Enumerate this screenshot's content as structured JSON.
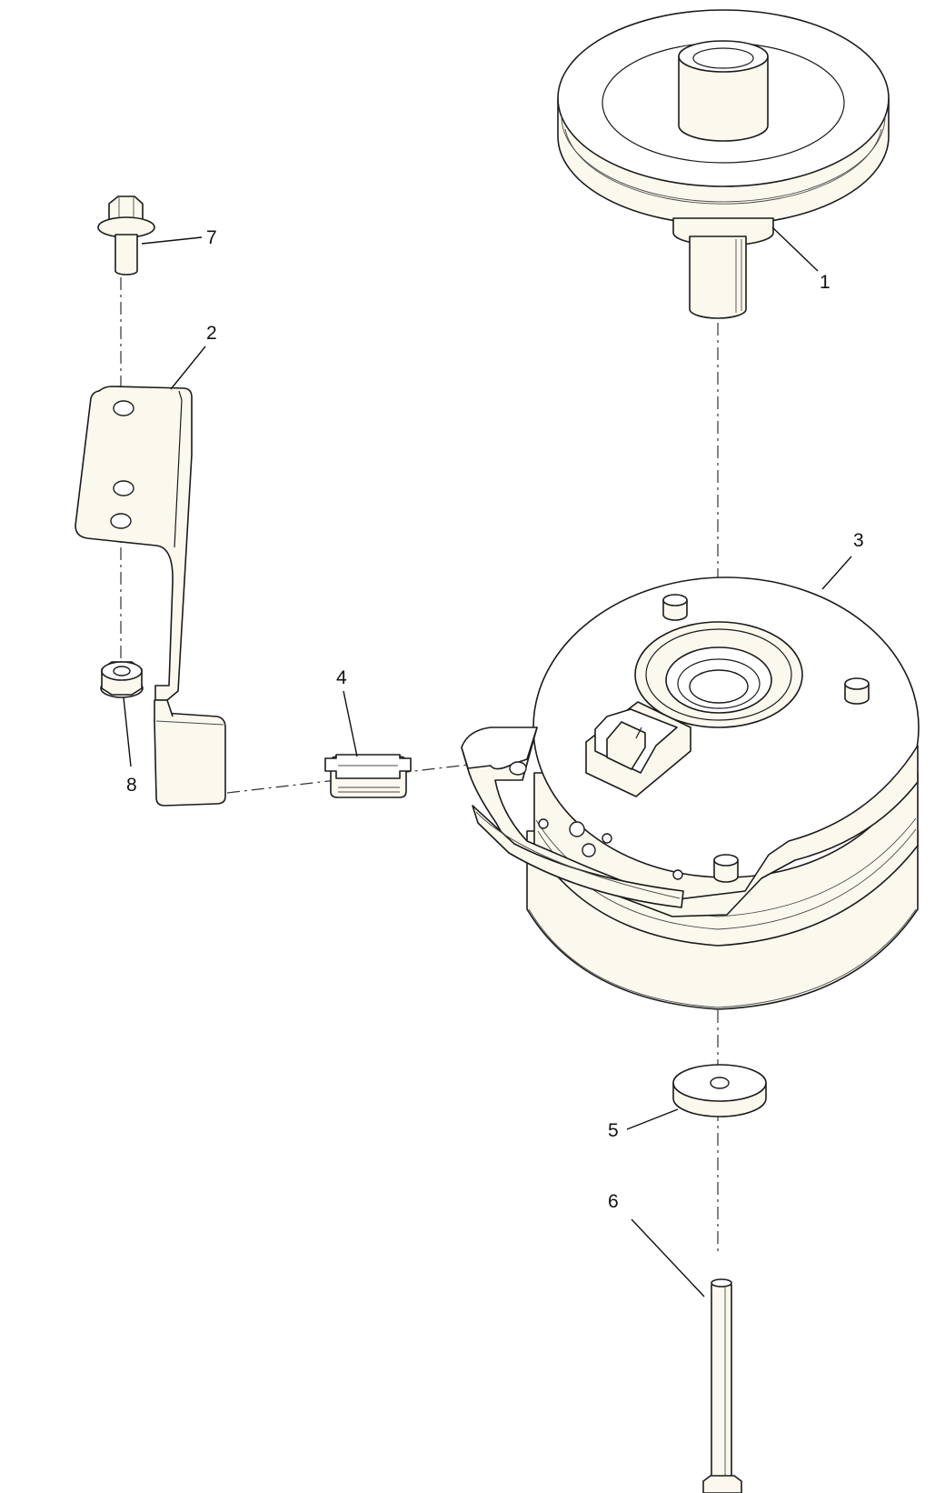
{
  "callouts": {
    "c1": "1",
    "c2": "2",
    "c3": "3",
    "c4": "4",
    "c5": "5",
    "c6": "6",
    "c7": "7",
    "c8": "8"
  },
  "colors": {
    "part_fill": "#fbf8ee",
    "line": "#1b1b1b",
    "background": "#ffffff"
  }
}
